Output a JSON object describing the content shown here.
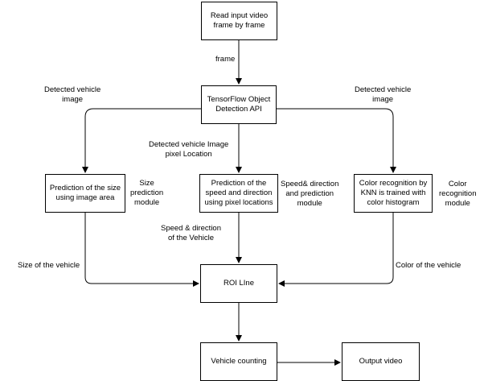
{
  "nodes": {
    "read_input": "Read input video\nframe by frame",
    "tensorflow": "TensorFlow Object\nDetection API",
    "size_prediction": "Prediction of the size\nusing image area",
    "speed_prediction": "Prediction of  the\nspeed and direction\nusing pixel locations",
    "color_recognition": "Color recognition by\nKNN is trained with\ncolor histogram",
    "roi_line": "ROI LIne",
    "vehicle_counting": "Vehicle counting",
    "output_video": "Output video"
  },
  "labels": {
    "frame": "frame",
    "detected_left": "Detected vehicle\nimage",
    "detected_right": "Detected vehicle\nimage",
    "pixel_location": "Detected vehicle Image\npixel Location",
    "size_module": "Size\nprediction\nmodule",
    "speed_module": "Speed& direction\nand prediction\nmodule",
    "color_module": "Color\nrecognition\nmodule",
    "speed_direction_vehicle": "Speed & direction\nof the Vehicle",
    "size_of_vehicle": "Size of the vehicle",
    "color_of_vehicle": "Color of the vehicle"
  },
  "colors": {
    "stroke": "#000000",
    "background": "#ffffff"
  }
}
